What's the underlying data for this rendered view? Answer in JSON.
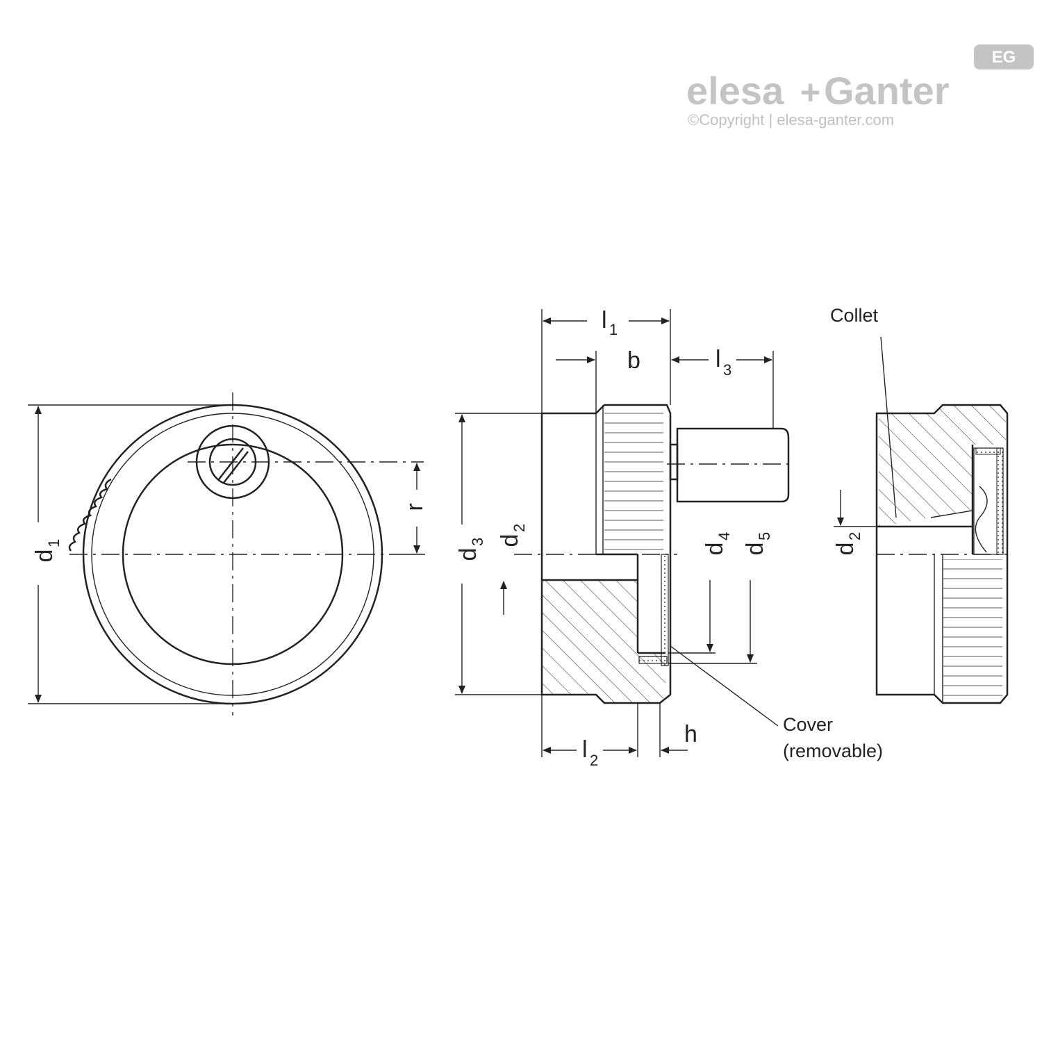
{
  "brand": {
    "name_left": "elesa",
    "plus": "+",
    "name_right": "Ganter",
    "badge": "EG",
    "copyright": "©Copyright | elesa-ganter.com"
  },
  "dims": {
    "d1": {
      "main": "d",
      "sub": "1"
    },
    "d2": {
      "main": "d",
      "sub": "2"
    },
    "d3": {
      "main": "d",
      "sub": "3"
    },
    "d4": {
      "main": "d",
      "sub": "4"
    },
    "d5": {
      "main": "d",
      "sub": "5"
    },
    "r": "r",
    "b": "b",
    "h": "h",
    "l1": {
      "main": "l",
      "sub": "1"
    },
    "l2": {
      "main": "l",
      "sub": "2"
    },
    "l3": {
      "main": "l",
      "sub": "3"
    }
  },
  "notes": {
    "collet": "Collet",
    "cover": "Cover",
    "cover_sub": "(removable)"
  }
}
